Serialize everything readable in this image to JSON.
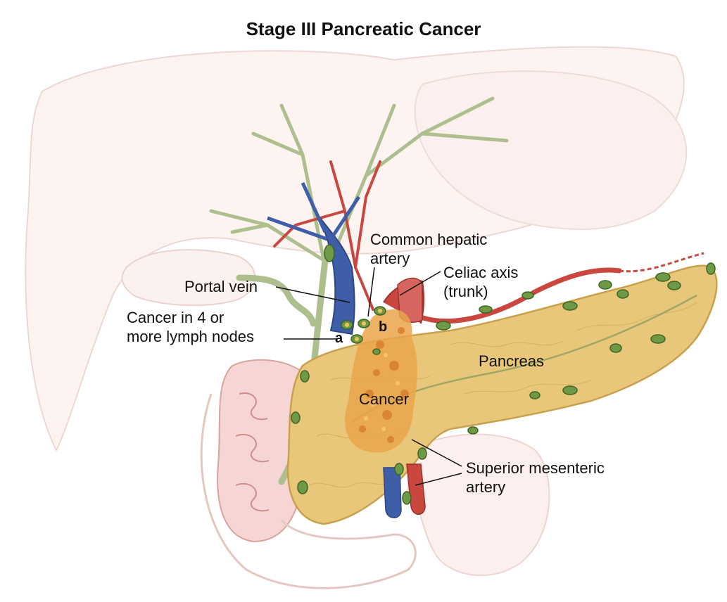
{
  "title": "Stage III Pancreatic Cancer",
  "labels": {
    "common_hepatic_artery": [
      "Common hepatic",
      "artery"
    ],
    "celiac_axis": [
      "Celiac axis",
      "(trunk)"
    ],
    "portal_vein": "Portal vein",
    "lymph_nodes": [
      "Cancer in 4 or",
      "more lymph nodes"
    ],
    "letter_a": "a",
    "letter_b": "b",
    "pancreas": "Pancreas",
    "cancer": "Cancer",
    "superior_mesenteric_artery": [
      "Superior mesenteric",
      "artery"
    ]
  },
  "colors": {
    "organ_outline": "#e8cfc9",
    "organ_fill": "#fbeeec",
    "pancreas": "#e9c77a",
    "pancreas_dark": "#c9a14e",
    "cancer": "#e8a64a",
    "artery": "#c9473f",
    "vein": "#3f5ea8",
    "bile_duct": "#b7c79a",
    "lymph_node": "#6f9a45",
    "duodenum": "#e7a9a9"
  }
}
